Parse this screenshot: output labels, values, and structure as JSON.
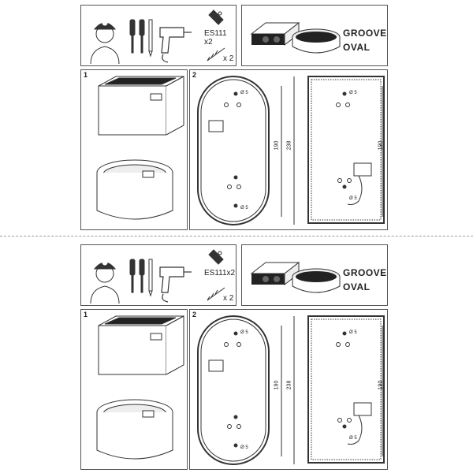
{
  "tools": {
    "bulb_label": "ES111 x2",
    "screw_label": "x 2",
    "icons": [
      "worker-icon",
      "screwdriver-icon",
      "screwdriver-icon",
      "pencil-icon",
      "drill-icon",
      "bulb-icon",
      "screw-icon"
    ]
  },
  "product": {
    "name_line1": "GROOVE",
    "name_line2": "OVAL"
  },
  "steps": {
    "step1_num": "1",
    "step2_num": "2"
  },
  "dimensions": {
    "oval_inner": "190",
    "oval_outer": "238",
    "rect_inner": "190",
    "hole_diameter": "Ø 5"
  },
  "sheets": [
    {
      "tools": {
        "bulb_label": "ES111 x2"
      }
    },
    {
      "tools": {
        "bulb_label": "ES111x2"
      }
    }
  ]
}
